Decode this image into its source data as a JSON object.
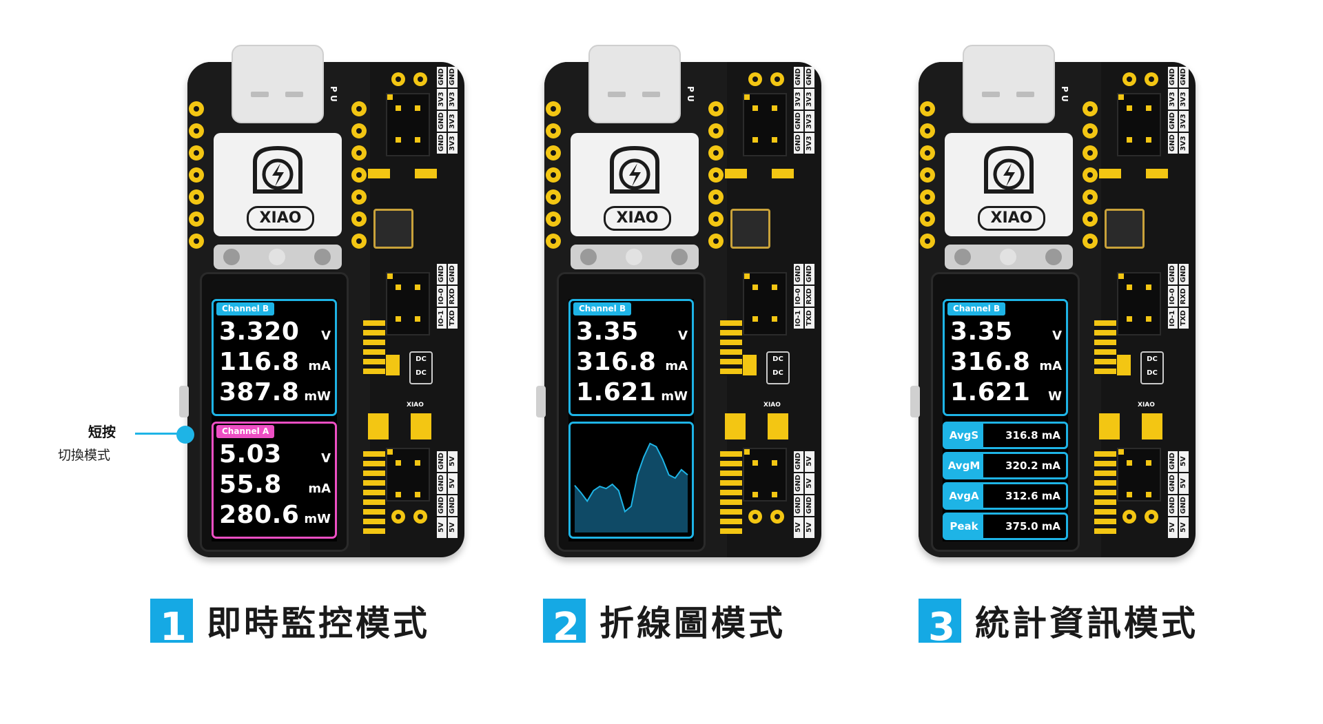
{
  "colors": {
    "accent_blue": "#1eb4e6",
    "accent_pink": "#ee4fc4",
    "pcb_black": "#151515",
    "pad_yellow": "#f3c613"
  },
  "board": {
    "logo_text": "XIAO",
    "pu_label": "P U",
    "pin_labels_top": [
      "GND",
      "GND",
      "3V3",
      "3V3",
      "GND",
      "3V3",
      "GND",
      "3V3"
    ],
    "pin_labels_mid": [
      "GND",
      "GND",
      "IO-0",
      "RXD",
      "IO-1",
      "TXD"
    ],
    "pin_labels_bottom": [
      "GND",
      "5V",
      "GND",
      "5V",
      "GND",
      "GND",
      "5V",
      "5V"
    ],
    "dcdc": "DC DC",
    "small_logo_text": "XIAO"
  },
  "devices": [
    {
      "mode": "realtime",
      "channels": [
        {
          "name": "Channel B",
          "color": "blue",
          "rows": [
            {
              "value": "3.320",
              "unit": "V"
            },
            {
              "value": "116.8",
              "unit": "mA"
            },
            {
              "value": "387.8",
              "unit": "mW"
            }
          ]
        },
        {
          "name": "Channel A",
          "color": "pink",
          "rows": [
            {
              "value": "5.03",
              "unit": "V"
            },
            {
              "value": "55.8",
              "unit": "mA"
            },
            {
              "value": "280.6",
              "unit": "mW"
            }
          ]
        }
      ]
    },
    {
      "mode": "line",
      "channels": [
        {
          "name": "Channel B",
          "color": "blue",
          "rows": [
            {
              "value": "3.35",
              "unit": "V"
            },
            {
              "value": "316.8",
              "unit": "mA"
            },
            {
              "value": "1.621",
              "unit": "mW"
            }
          ]
        }
      ],
      "trace": [
        0.45,
        0.38,
        0.3,
        0.4,
        0.44,
        0.42,
        0.46,
        0.4,
        0.2,
        0.25,
        0.55,
        0.72,
        0.85,
        0.82,
        0.7,
        0.55,
        0.52,
        0.6,
        0.55
      ]
    },
    {
      "mode": "stats",
      "channels": [
        {
          "name": "Channel B",
          "color": "blue",
          "rows": [
            {
              "value": "3.35",
              "unit": "V"
            },
            {
              "value": "316.8",
              "unit": "mA"
            },
            {
              "value": "1.621",
              "unit": "W"
            }
          ]
        }
      ],
      "stats": [
        {
          "label": "AvgS",
          "value": "316.8 mA"
        },
        {
          "label": "AvgM",
          "value": "320.2 mA"
        },
        {
          "label": "AvgA",
          "value": "312.6 mA"
        },
        {
          "label": "Peak",
          "value": "375.0 mA"
        }
      ]
    }
  ],
  "hint": {
    "label": "短按",
    "sub": "切換模式"
  },
  "captions": [
    {
      "num": "1",
      "text": "即時監控模式"
    },
    {
      "num": "2",
      "text": "折線圖模式"
    },
    {
      "num": "3",
      "text": "統計資訊模式"
    }
  ]
}
